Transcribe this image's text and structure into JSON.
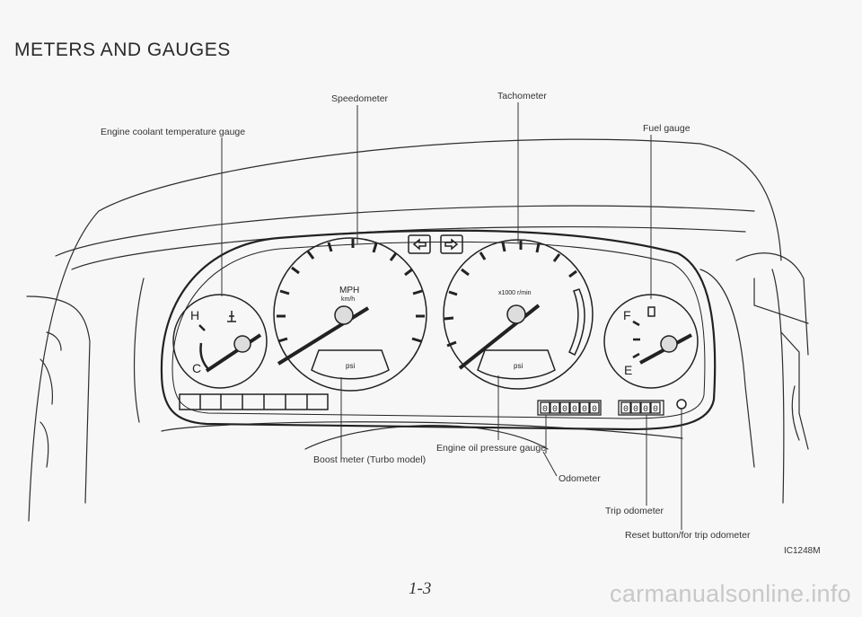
{
  "page": {
    "heading": "METERS AND GAUGES",
    "page_number": "1-3",
    "figure_code": "IC1248M",
    "watermark": "carmanualsonline.info"
  },
  "callouts": {
    "speedometer": "Speedometer",
    "tachometer": "Tachometer",
    "coolant": "Engine coolant temperature gauge",
    "fuel": "Fuel gauge",
    "boost": "Boost meter (Turbo model)",
    "oil": "Engine oil pressure gauge",
    "odometer": "Odometer",
    "trip": "Trip odometer",
    "reset": "Reset button/for trip odometer"
  },
  "dial_text": {
    "speed_unit": "MPH",
    "speed_unit_sub": "km/h",
    "tach_unit": "x1000 r/min",
    "psi": "psi",
    "coolant_hot": "H",
    "coolant_cold": "C",
    "fuel_full": "F",
    "fuel_empty": "E"
  },
  "displays": {
    "odometer_digits": [
      "0",
      "0",
      "0",
      "0",
      "0",
      "0"
    ],
    "trip_digits": [
      "0",
      "0",
      "0",
      "0"
    ]
  }
}
